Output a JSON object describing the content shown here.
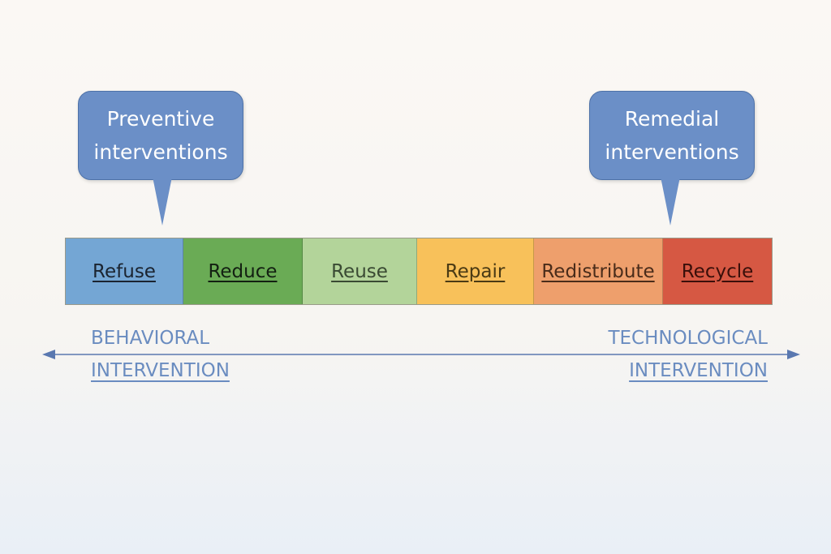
{
  "callouts": {
    "left": {
      "line1": "Preventive",
      "line2": "interventions"
    },
    "right": {
      "line1": "Remedial",
      "line2": "interventions"
    }
  },
  "stages": [
    {
      "label": "Refuse",
      "color": "#74a6d4",
      "text_color": "#1b2430"
    },
    {
      "label": "Reduce",
      "color": "#6aab55",
      "text_color": "#132012"
    },
    {
      "label": "Reuse",
      "color": "#b3d49a",
      "text_color": "#3a4a33"
    },
    {
      "label": "Repair",
      "color": "#f8c15a",
      "text_color": "#4a3a14"
    },
    {
      "label": "Redistribute",
      "color": "#ee9f6c",
      "text_color": "#4a2c1a"
    },
    {
      "label": "Recycle",
      "color": "#d65843",
      "text_color": "#3a0f0a"
    }
  ],
  "axis": {
    "left": {
      "line1": "BEHAVIORAL",
      "line2": "INTERVENTION"
    },
    "right": {
      "line1": "TECHNOLOGICAL",
      "line2": "INTERVENTION"
    },
    "color": "#5a78b0"
  }
}
